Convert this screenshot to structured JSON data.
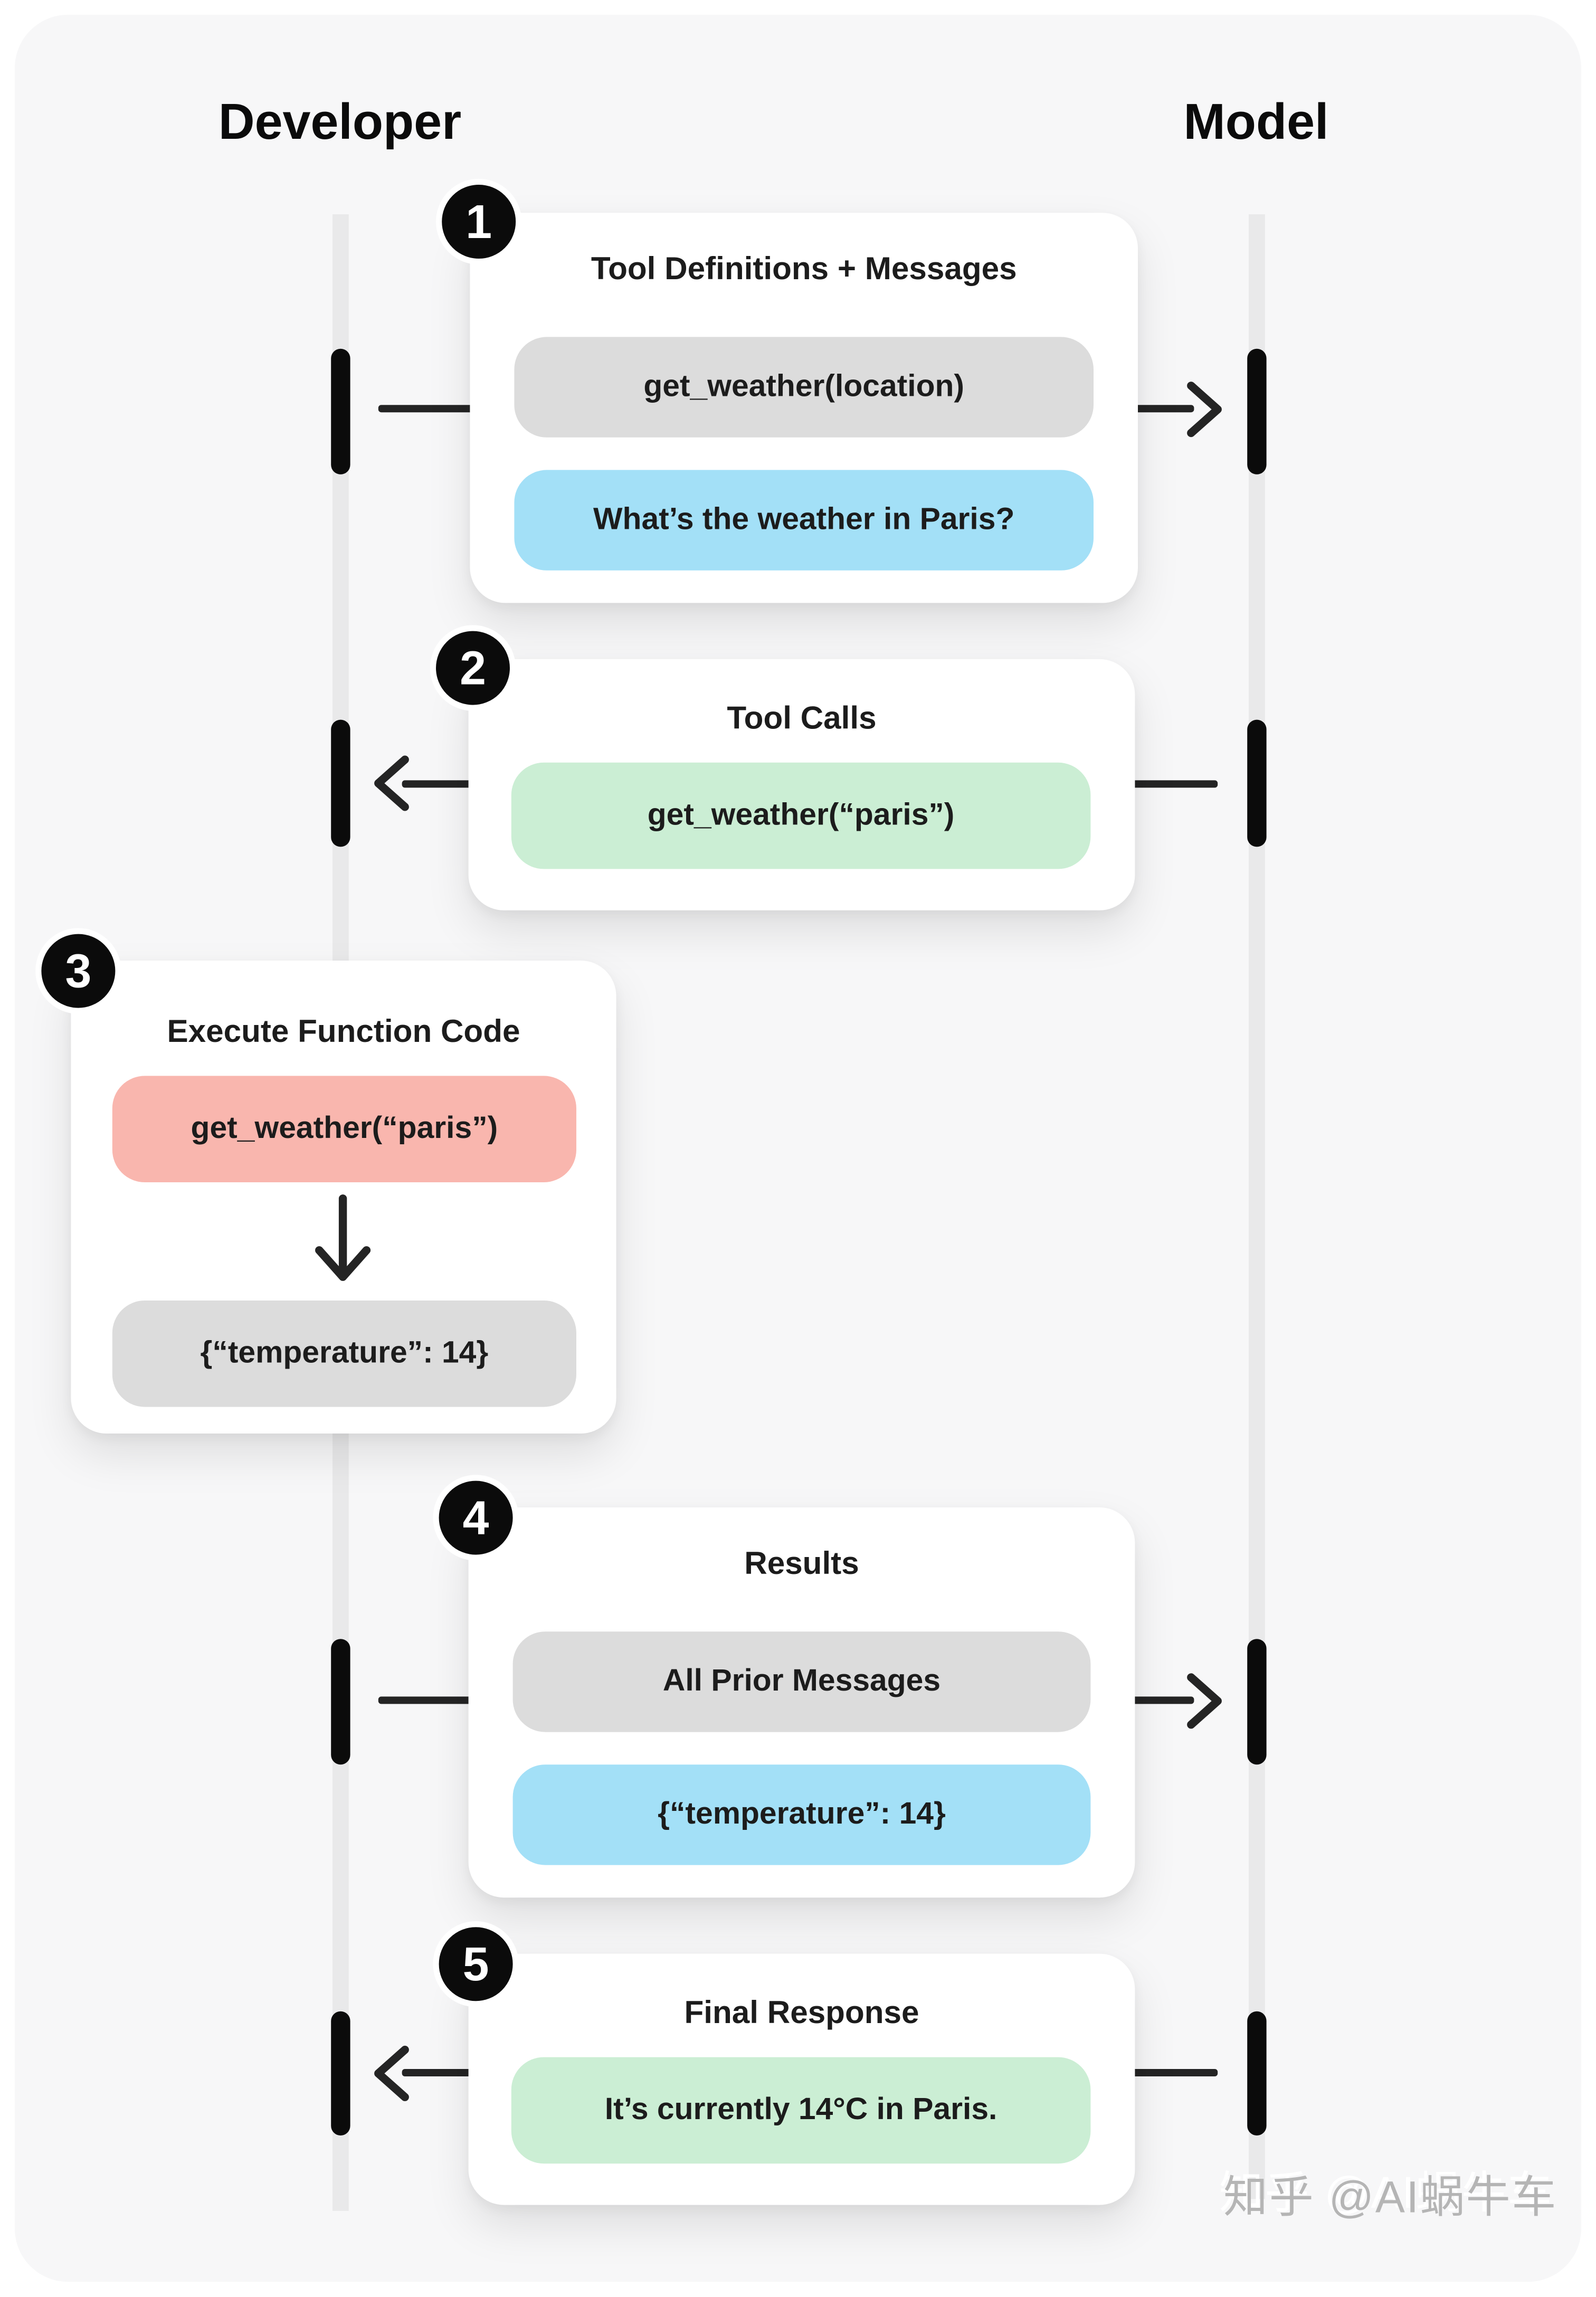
{
  "header": {
    "left_actor": "Developer",
    "right_actor": "Model"
  },
  "steps": [
    {
      "number": "1",
      "title": "Tool Definitions + Messages",
      "direction": "developer-to-model",
      "pills": [
        {
          "text": "get_weather(location)",
          "color": "gray"
        },
        {
          "text": "What’s the weather in Paris?",
          "color": "blue"
        }
      ]
    },
    {
      "number": "2",
      "title": "Tool Calls",
      "direction": "model-to-developer",
      "pills": [
        {
          "text": "get_weather(“paris”)",
          "color": "green"
        }
      ]
    },
    {
      "number": "3",
      "title": "Execute Function Code",
      "direction": "down",
      "pills": [
        {
          "text": "get_weather(“paris”)",
          "color": "pink"
        },
        {
          "text": "{“temperature”: 14}",
          "color": "gray"
        }
      ]
    },
    {
      "number": "4",
      "title": "Results",
      "direction": "developer-to-model",
      "pills": [
        {
          "text": "All Prior Messages",
          "color": "gray"
        },
        {
          "text": "{“temperature”: 14}",
          "color": "blue"
        }
      ]
    },
    {
      "number": "5",
      "title": "Final Response",
      "direction": "model-to-developer",
      "pills": [
        {
          "text": "It’s currently 14°C in Paris.",
          "color": "green"
        }
      ]
    }
  ],
  "watermark": "知乎 @AI蜗牛车",
  "colors": {
    "bg-panel": "#f7f7f8",
    "lifeline": "#e9e9ea",
    "ink": "#0b0b0b",
    "arrow": "#242424",
    "card": "#ffffff",
    "text": "#1c1c1c",
    "pill-gray": "#dcdcdc",
    "pill-blue": "#a3e0f7",
    "pill-green": "#cbeed4",
    "pill-pink": "#f9b6ae",
    "watermark": "#b5b5b5"
  }
}
